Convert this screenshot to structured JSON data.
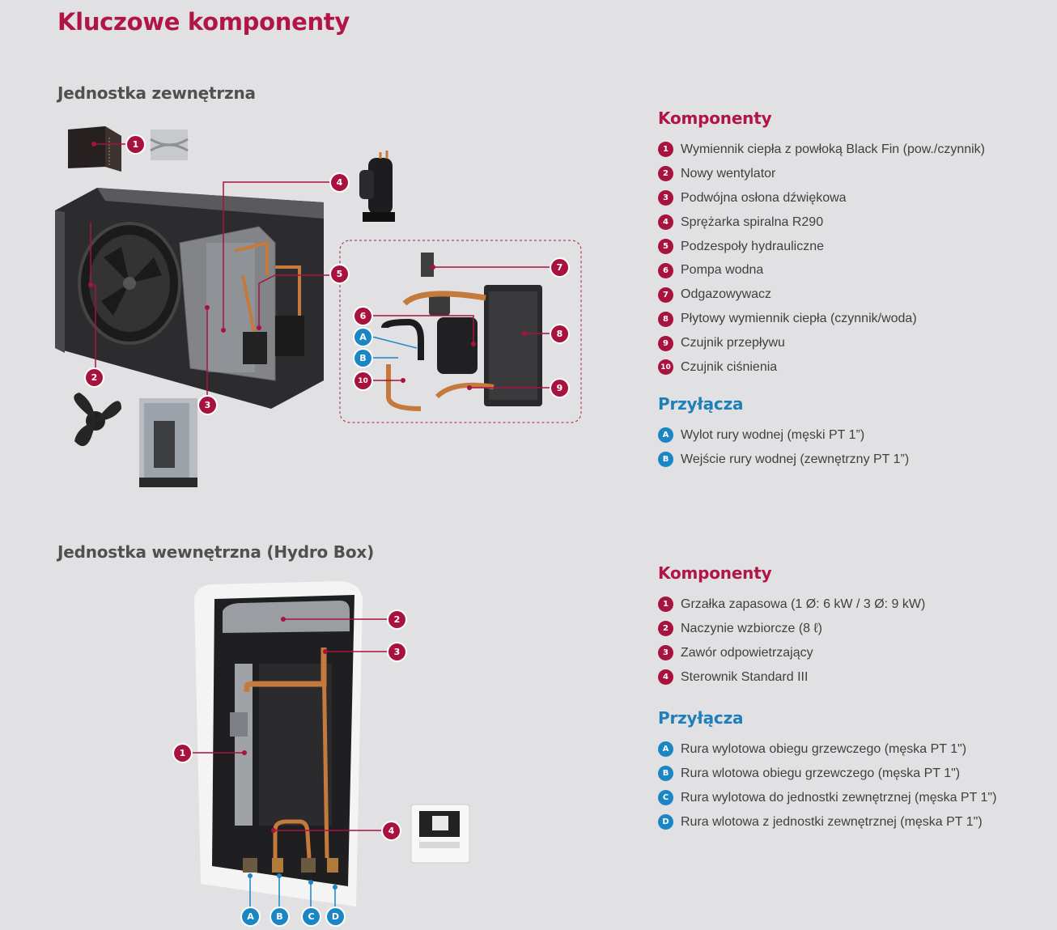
{
  "page": {
    "title": "Kluczowe komponenty"
  },
  "outdoor": {
    "heading": "Jednostka zewnętrzna",
    "components_title": "Komponenty",
    "components": [
      {
        "num": "1",
        "label": "Wymiennik ciepła z powłoką Black Fin (pow./czynnik)"
      },
      {
        "num": "2",
        "label": "Nowy wentylator"
      },
      {
        "num": "3",
        "label": "Podwójna osłona dźwiękowa"
      },
      {
        "num": "4",
        "label": "Sprężarka spiralna R290"
      },
      {
        "num": "5",
        "label": "Podzespoły hydrauliczne"
      },
      {
        "num": "6",
        "label": "Pompa wodna"
      },
      {
        "num": "7",
        "label": "Odgazowywacz"
      },
      {
        "num": "8",
        "label": "Płytowy wymiennik ciepła (czynnik/woda)"
      },
      {
        "num": "9",
        "label": "Czujnik przepływu"
      },
      {
        "num": "10",
        "label": "Czujnik ciśnienia"
      }
    ],
    "connections_title": "Przyłącza",
    "connections": [
      {
        "letter": "A",
        "label": "Wylot rury wodnej (męski PT 1”)"
      },
      {
        "letter": "B",
        "label": "Wejście rury wodnej (zewnętrzny PT 1”)"
      }
    ]
  },
  "indoor": {
    "heading": "Jednostka wewnętrzna (Hydro Box)",
    "components_title": "Komponenty",
    "components": [
      {
        "num": "1",
        "label": "Grzałka zapasowa (1 Ø: 6 kW / 3 Ø: 9 kW)"
      },
      {
        "num": "2",
        "label": "Naczynie wzbiorcze (8 ℓ)"
      },
      {
        "num": "3",
        "label": "Zawór odpowietrzający"
      },
      {
        "num": "4",
        "label": "Sterownik Standard III"
      }
    ],
    "connections_title": "Przyłącza",
    "connections": [
      {
        "letter": "A",
        "label": "Rura wylotowa obiegu grzewczego (męska PT 1\")"
      },
      {
        "letter": "B",
        "label": "Rura wlotowa obiegu grzewczego (męska PT 1\")"
      },
      {
        "letter": "C",
        "label": "Rura wylotowa do jednostki zewnętrznej (męska PT 1\")"
      },
      {
        "letter": "D",
        "label": "Rura wlotowa z jednostki zewnętrznej (męska PT 1\")"
      }
    ]
  },
  "colors": {
    "accent_red": "#a8123f",
    "accent_blue": "#1a86c4",
    "background": "#e1e1e3"
  }
}
